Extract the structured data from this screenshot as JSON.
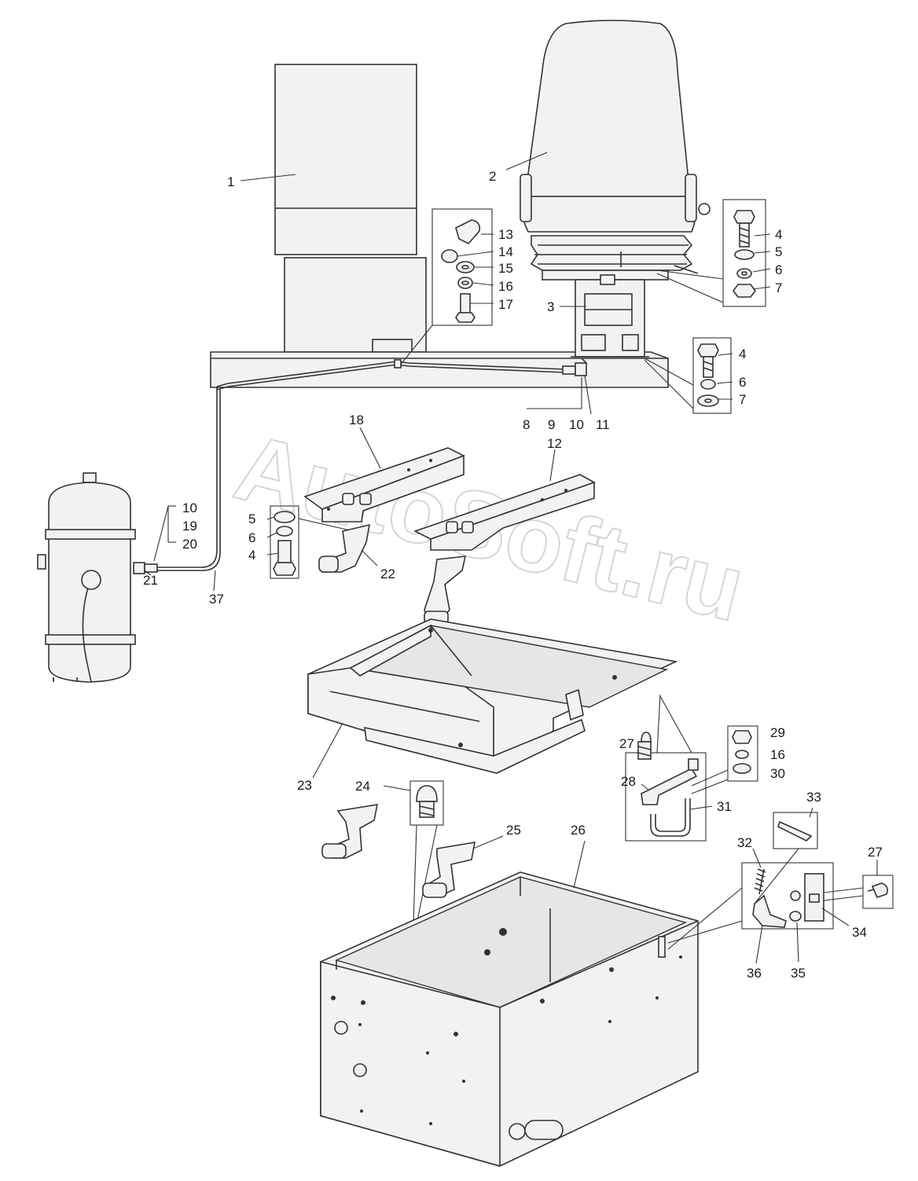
{
  "watermark": "AutoSoft.ru",
  "callouts": {
    "c1": "1",
    "c2": "2",
    "c3": "3",
    "c4a": "4",
    "c5a": "5",
    "c6a": "6",
    "c7a": "7",
    "c4b": "4",
    "c6b": "6",
    "c7b": "7",
    "c8": "8",
    "c9": "9",
    "c10a": "10",
    "c11": "11",
    "c12": "12",
    "c13": "13",
    "c14": "14",
    "c15": "15",
    "c16a": "16",
    "c17": "17",
    "c18": "18",
    "c10b": "10",
    "c19": "19",
    "c20": "20",
    "c21": "21",
    "c5b": "5",
    "c6c": "6",
    "c4c": "4",
    "c22": "22",
    "c23": "23",
    "c24": "24",
    "c25": "25",
    "c26": "26",
    "c27a": "27",
    "c28": "28",
    "c29": "29",
    "c16b": "16",
    "c30": "30",
    "c31": "31",
    "c32": "32",
    "c33": "33",
    "c27b": "27",
    "c34": "34",
    "c35": "35",
    "c36": "36",
    "c37": "37"
  },
  "colors": {
    "line": "#333333",
    "fill": "#f2f2f2",
    "watermark": "#c8c8c8"
  }
}
